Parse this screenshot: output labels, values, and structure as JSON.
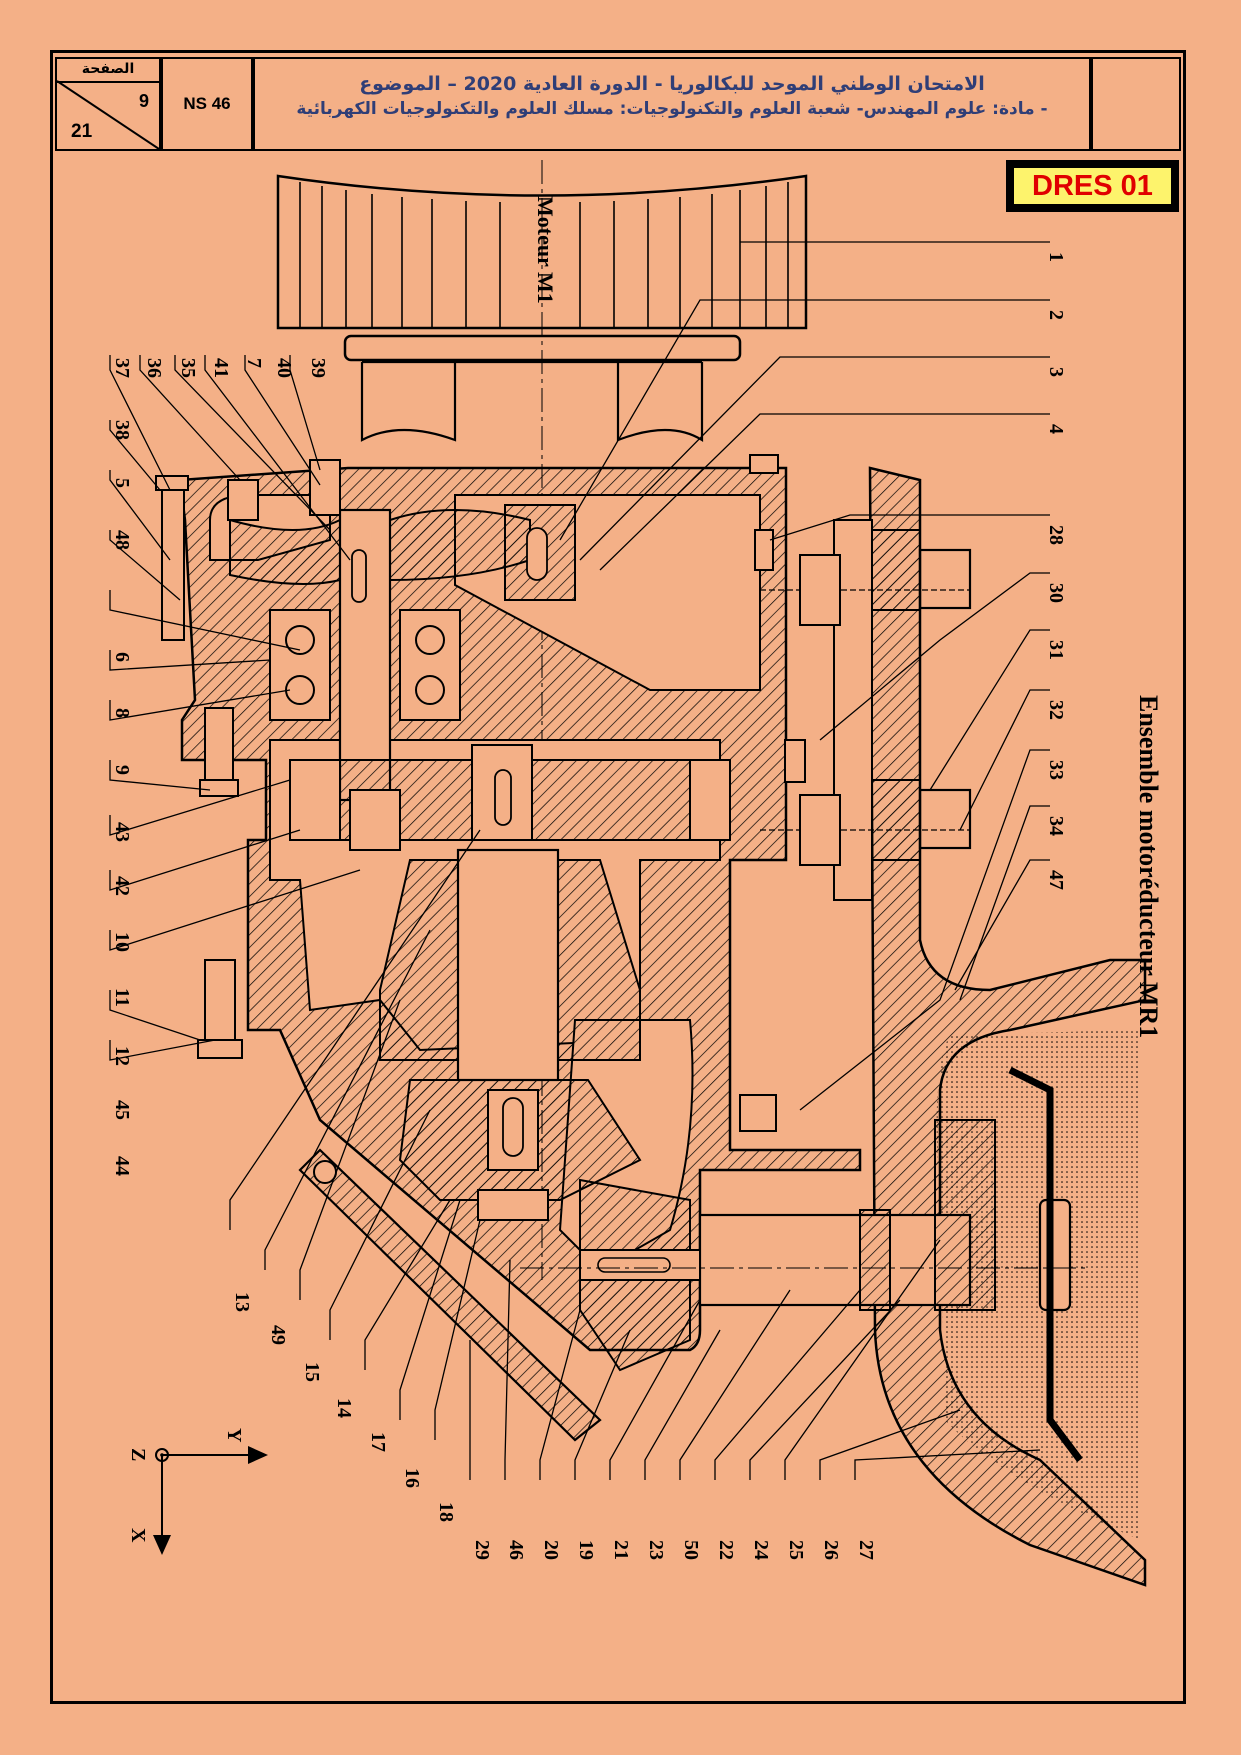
{
  "header": {
    "page_label": "الصفحة",
    "page_number": "9",
    "page_total": "21",
    "code": "NS 46",
    "title_line1": "الامتحان الوطني الموحد للبكالوريا - الدورة العادية 2020 – الموضوع",
    "title_line2": "- مادة: علوم المهندس- شعبة العلوم والتكنولوجيات: مسلك العلوم والتكنولوجيات الكهربائية"
  },
  "doc_id": "DRES 01",
  "drawing": {
    "motor_label": "Moteur M1",
    "assembly_title": "Ensemble motoréducteur MR1",
    "axes": {
      "y": "Y",
      "z": "Z",
      "x": "X"
    },
    "right_labels": [
      "1",
      "2",
      "3",
      "4",
      "28",
      "30",
      "31",
      "32",
      "33",
      "34",
      "47"
    ],
    "left_labels": [
      "39",
      "40",
      "7",
      "41",
      "35",
      "36",
      "37",
      "38",
      "5",
      "48",
      "6",
      "8",
      "9",
      "43",
      "42",
      "10",
      "11",
      "12",
      "45",
      "44"
    ],
    "bottom_labels": [
      "13",
      "49",
      "15",
      "14",
      "17",
      "16",
      "18",
      "29",
      "46",
      "20",
      "19",
      "21",
      "23",
      "50",
      "22",
      "24",
      "25",
      "26",
      "27"
    ]
  },
  "colors": {
    "background": "#f4b087",
    "title_blue": "#2f3e77",
    "doc_id_red": "#e00000",
    "doc_id_bg": "#fdf36c"
  }
}
